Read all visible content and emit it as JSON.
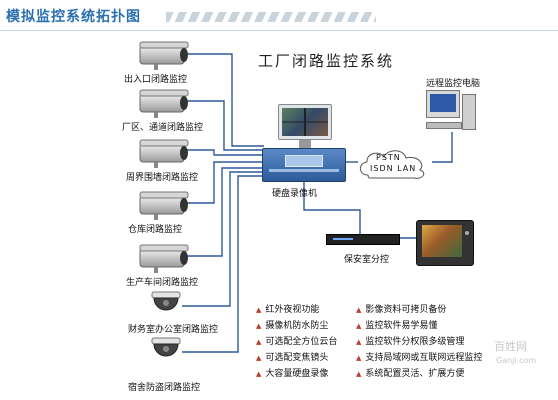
{
  "header": {
    "title": "模拟监控系统拓扑图"
  },
  "system_title": "工厂闭路监控系统",
  "cameras": [
    {
      "label": "出入口闭路监控"
    },
    {
      "label": "厂区、通道闭路监控"
    },
    {
      "label": "周界围墙闭路监控"
    },
    {
      "label": "仓库闭路监控"
    },
    {
      "label": "生产车间闭路监控"
    },
    {
      "label": "财务室办公室闭路监控"
    },
    {
      "label": "宿舍防盗闭路监控"
    }
  ],
  "devices": {
    "dvr_label": "硬盘录像机",
    "remote_pc_label": "远程监控电脑",
    "network_line1": "PSTN",
    "network_line2": "ISDN LAN",
    "security_room_label": "保安室分控"
  },
  "features_left": [
    "红外夜视功能",
    "摄像机防水防尘",
    "可选配全方位云台",
    "可选配变焦镜头",
    "大容量硬盘录像"
  ],
  "features_right": [
    "影像资料可拷贝备份",
    "监控软件易学易懂",
    "监控软件分权限多级管理",
    "支持局域网或互联网远程监控",
    "系统配置灵活、扩展方便"
  ],
  "watermark": {
    "logo": "百姓网",
    "url": "Ganji.com"
  },
  "colors": {
    "title_blue": "#2a6fb0",
    "bullet_red": "#c0392b",
    "dvr_blue": "#3b6db0"
  }
}
